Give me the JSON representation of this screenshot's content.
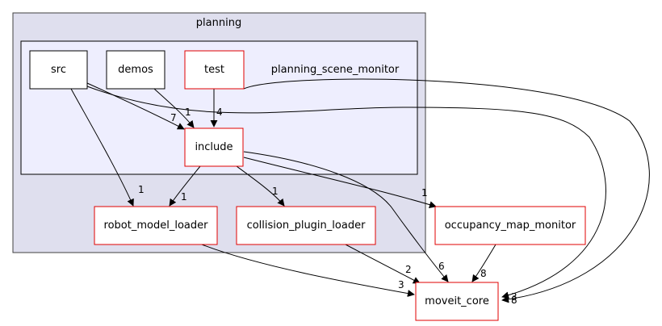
{
  "clusters": {
    "outer": {
      "label": "planning",
      "fill": "#dfdfee",
      "stroke": "#404040"
    },
    "inner": {
      "label": "planning_scene_monitor",
      "fill": "#eeeefe",
      "stroke": "#000000"
    }
  },
  "nodes": {
    "src": {
      "label": "src",
      "border": "#000000"
    },
    "demos": {
      "label": "demos",
      "border": "#000000"
    },
    "test": {
      "label": "test",
      "border": "#e00000"
    },
    "include": {
      "label": "include",
      "border": "#e00000"
    },
    "robot_model_loader": {
      "label": "robot_model_loader",
      "border": "#e00000"
    },
    "collision_plugin_loader": {
      "label": "collision_plugin_loader",
      "border": "#e00000"
    },
    "occupancy_map_monitor": {
      "label": "occupancy_map_monitor",
      "border": "#e00000"
    },
    "moveit_core": {
      "label": "moveit_core",
      "border": "#e00000"
    }
  },
  "edges": [
    {
      "from": "src",
      "to": "include",
      "label": "7"
    },
    {
      "from": "demos",
      "to": "include",
      "label": "1"
    },
    {
      "from": "test",
      "to": "include",
      "label": "4"
    },
    {
      "from": "src",
      "to": "robot_model_loader",
      "label": "1"
    },
    {
      "from": "src",
      "to": "moveit_core",
      "label": "8"
    },
    {
      "from": "test",
      "to": "moveit_core",
      "label": "3"
    },
    {
      "from": "include",
      "to": "robot_model_loader",
      "label": "1"
    },
    {
      "from": "include",
      "to": "collision_plugin_loader",
      "label": "1"
    },
    {
      "from": "include",
      "to": "occupancy_map_monitor",
      "label": "1"
    },
    {
      "from": "include",
      "to": "moveit_core",
      "label": "6"
    },
    {
      "from": "robot_model_loader",
      "to": "moveit_core",
      "label": "3"
    },
    {
      "from": "collision_plugin_loader",
      "to": "moveit_core",
      "label": "2"
    },
    {
      "from": "occupancy_map_monitor",
      "to": "moveit_core",
      "label": "8"
    }
  ]
}
